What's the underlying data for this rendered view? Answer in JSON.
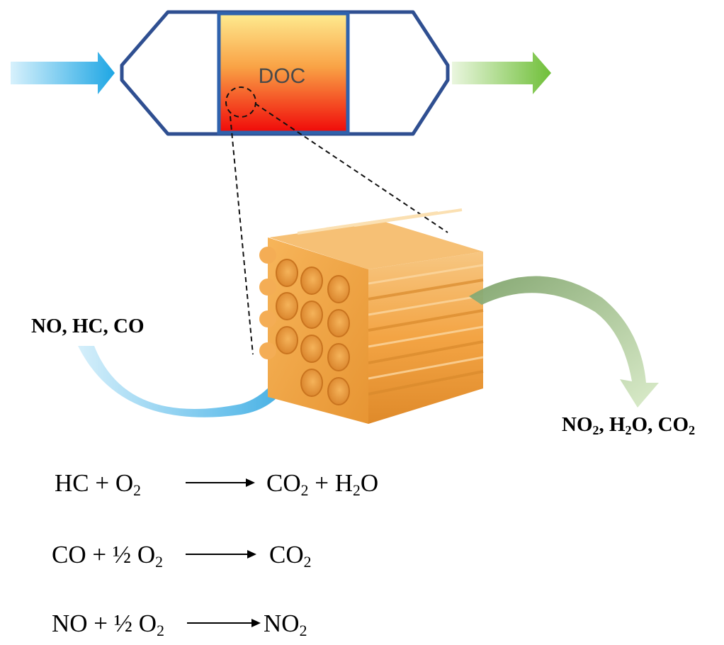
{
  "converter": {
    "label": "DOC"
  },
  "inputs": {
    "label_parts": [
      "NO, HC, CO"
    ]
  },
  "outputs": {
    "parts": [
      {
        "t": "NO",
        "s": "2"
      },
      {
        "t": ", H",
        "s": "2"
      },
      {
        "t": "O, CO",
        "s": "2"
      }
    ]
  },
  "reactions": [
    {
      "lhs": [
        {
          "t": "HC + O",
          "s": "2"
        }
      ],
      "rhs": [
        {
          "t": "CO",
          "s": "2"
        },
        {
          "t": " + H",
          "s": "2"
        },
        {
          "t": "O",
          "s": ""
        }
      ]
    },
    {
      "lhs": [
        {
          "t": "CO + ½ O",
          "s": "2"
        }
      ],
      "rhs": [
        {
          "t": "CO",
          "s": "2"
        }
      ]
    },
    {
      "lhs": [
        {
          "t": "NO + ½ O",
          "s": "2"
        }
      ],
      "rhs": [
        {
          "t": "NO",
          "s": "2"
        }
      ]
    }
  ],
  "colors": {
    "housing_stroke": "#2f4f91",
    "inlet_arrow": "#29a8e6",
    "outlet_arrow": "#7dc441",
    "monolith": "#f2a84c",
    "catalyst_top": "#fde98c",
    "catalyst_bottom": "#f00a0a"
  }
}
